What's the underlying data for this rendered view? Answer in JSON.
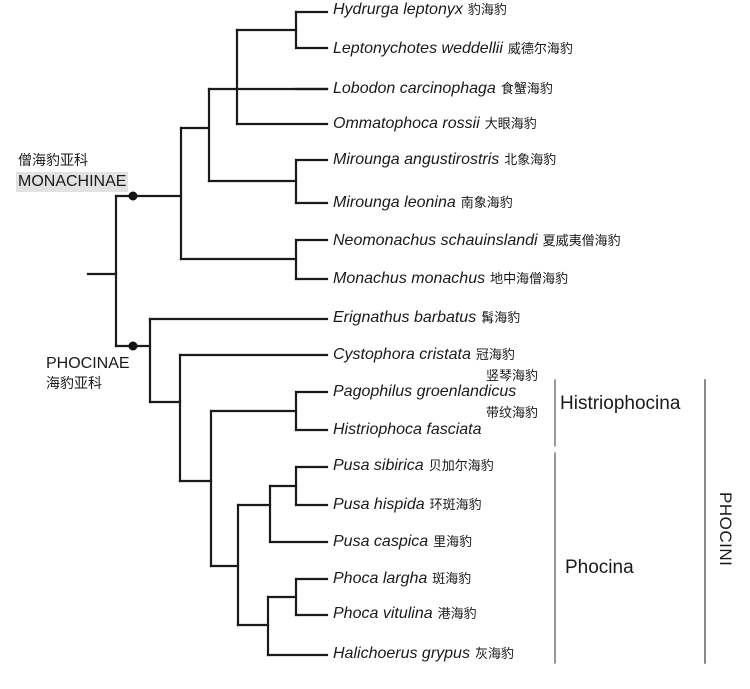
{
  "taxa": [
    {
      "sci": "Hydrurga leptonyx",
      "cn": "豹海豹"
    },
    {
      "sci": "Leptonychotes weddellii",
      "cn": "威德尔海豹"
    },
    {
      "sci": "Lobodon carcinophaga",
      "cn": "食蟹海豹"
    },
    {
      "sci": "Ommatophoca rossii",
      "cn": "大眼海豹"
    },
    {
      "sci": "Mirounga angustirostris",
      "cn": "北象海豹"
    },
    {
      "sci": "Mirounga leonina",
      "cn": "南象海豹"
    },
    {
      "sci": "Neomonachus schauinslandi",
      "cn": "夏威夷僧海豹"
    },
    {
      "sci": "Monachus monachus",
      "cn": "地中海僧海豹"
    },
    {
      "sci": "Erignathus barbatus",
      "cn": "髯海豹"
    },
    {
      "sci": "Cystophora cristata",
      "cn": "冠海豹"
    },
    {
      "sci": "Pagophilus groenlandicus",
      "cn": "竖琴海豹"
    },
    {
      "sci": "Histriophoca fasciata",
      "cn": "带纹海豹"
    },
    {
      "sci": "Pusa sibirica",
      "cn": "贝加尔海豹"
    },
    {
      "sci": "Pusa hispida",
      "cn": "环斑海豹"
    },
    {
      "sci": "Pusa caspica",
      "cn": "里海豹"
    },
    {
      "sci": "Phoca largha",
      "cn": "斑海豹"
    },
    {
      "sci": "Phoca vitulina",
      "cn": "港海豹"
    },
    {
      "sci": "Halichoerus grypus",
      "cn": "灰海豹"
    }
  ],
  "subfamilies": {
    "monachinae": {
      "cn": "僧海豹亚科",
      "en": "MONACHINAE",
      "highlight": "#e2e2e2"
    },
    "phocinae": {
      "en": "PHOCINAE",
      "cn": "海豹亚科"
    }
  },
  "groups": {
    "histriophocina": "Histriophocina",
    "phocina": "Phocina",
    "tribe": "PHOCINI"
  },
  "colors": {
    "line": "#1a1a1a",
    "bracket": "#555555",
    "node": "#111111"
  }
}
